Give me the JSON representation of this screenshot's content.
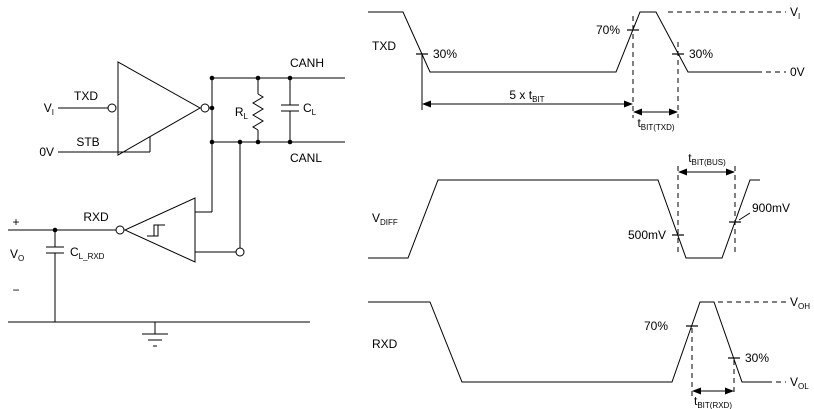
{
  "figure": {
    "colors": {
      "line": "#000000",
      "background": "#ffffff"
    },
    "circuit": {
      "vi": {
        "main": "V",
        "sub": "I"
      },
      "txd_label": "TXD",
      "stb_label": "STB",
      "zero_v": "0V",
      "canh": "CANH",
      "canl": "CANL",
      "rl": {
        "main": "R",
        "sub": "L"
      },
      "cl": {
        "main": "C",
        "sub": "L"
      },
      "rxd_label": "RXD",
      "plus": "+",
      "minus": "−",
      "vo": {
        "main": "V",
        "sub": "O"
      },
      "cl_rxd": {
        "main": "C",
        "sub": "L_RXD"
      }
    },
    "txd_wave": {
      "name": "TXD",
      "pct_fall1": "30%",
      "pct_rise": "70%",
      "pct_fall2": "30%",
      "span5": {
        "main": "5 x t",
        "sub": "BIT"
      },
      "tbit": {
        "main": "t",
        "sub": "BIT(TXD)"
      },
      "ref_high": {
        "main": "V",
        "sub": "I"
      },
      "ref_low": "0V"
    },
    "vdiff_wave": {
      "name": {
        "main": "V",
        "sub": "DIFF"
      },
      "fall_level": "500mV",
      "rise_level": "900mV",
      "tbit": {
        "main": "t",
        "sub": "BIT(BUS)"
      }
    },
    "rxd_wave": {
      "name": "RXD",
      "pct_rise": "70%",
      "pct_fall": "30%",
      "tbit": {
        "main": "t",
        "sub": "BIT(RXD)"
      },
      "ref_high": {
        "main": "V",
        "sub": "OH"
      },
      "ref_low": {
        "main": "V",
        "sub": "OL"
      }
    }
  }
}
